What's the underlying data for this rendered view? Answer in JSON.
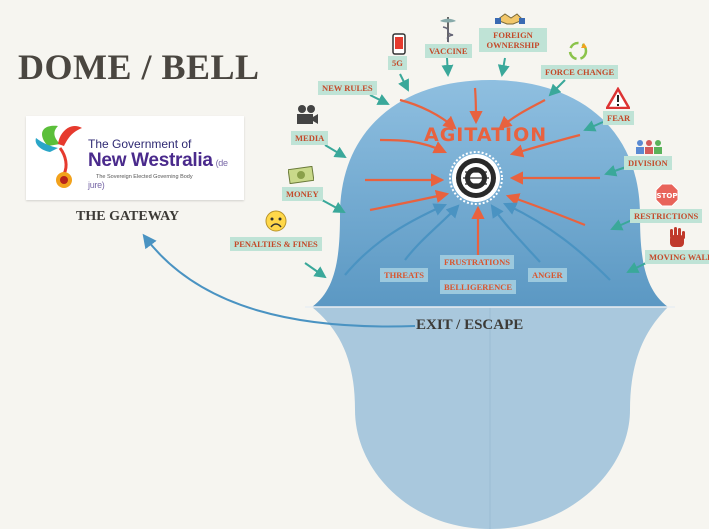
{
  "title": "DOME / BELL",
  "logo": {
    "line1": "The Government of",
    "line2": "New Westralia",
    "line2_suffix": "(de jure)",
    "tagline": "The Sovereign Elected Governing Body"
  },
  "gateway_label": "THE GATEWAY",
  "exit_label": "EXIT / ESCAPE",
  "center_label": "AGITATION",
  "outer_tags": {
    "g5": "5G",
    "vaccine": "VACCINE",
    "foreign": "FOREIGN OWNERSHIP",
    "new_rules": "NEW RULES",
    "media": "MEDIA",
    "money": "MONEY",
    "penalties": "PENALTIES & FINES",
    "force_change": "FORCE CHANGE",
    "fear": "FEAR",
    "division": "DIVISION",
    "restrictions": "RESTRICTIONS",
    "moving_walls": "MOVING WALLS"
  },
  "inner_tags": {
    "threats": "THREATS",
    "frustrations": "FRUSTRATIONS",
    "belligerence": "BELLIGERENCE",
    "anger": "ANGER"
  },
  "icons": {
    "phone": "phone-icon",
    "caduceus": "caduceus-icon",
    "handshake": "handshake-icon",
    "cycle": "cycle-arrows-icon",
    "warning": "warning-icon",
    "people": "people-icon",
    "camera": "camera-icon",
    "money": "money-icon",
    "sad_face": "sad-face-icon",
    "stop": "stop-sign-icon",
    "hand": "hand-stop-icon",
    "target": "target-icon"
  },
  "colors": {
    "dome_top": "#6da6cc",
    "dome_bottom": "#a9c8dd",
    "arrow_orange": "#e8623f",
    "arrow_blue": "#4a93c2",
    "arrow_teal": "#3aa89a"
  }
}
